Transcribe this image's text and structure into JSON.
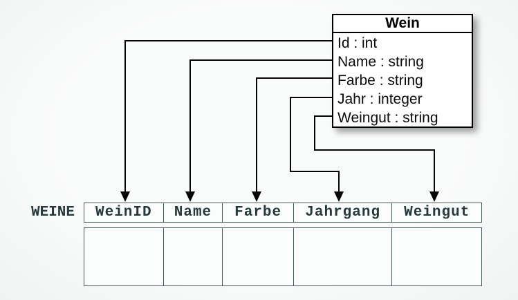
{
  "colors": {
    "background": "#f7f8f8",
    "connector": "#050505",
    "class_box_fill": "#ffffff",
    "class_box_border": "#000000",
    "table_border": "#46565a",
    "table_text": "#25393b"
  },
  "class_box": {
    "title": "Wein",
    "attributes": [
      "Id : int",
      "Name : string",
      "Farbe : string",
      "Jahr : integer",
      "Weingut : string"
    ]
  },
  "table": {
    "name": "WEINE",
    "columns": [
      "WeinID",
      "Name",
      "Farbe",
      "Jahrgang",
      "Weingut"
    ],
    "rows": [
      [
        "",
        "",
        "",
        "",
        ""
      ]
    ]
  },
  "mappings": [
    {
      "from": "Id",
      "to": "WeinID"
    },
    {
      "from": "Name",
      "to": "Name"
    },
    {
      "from": "Farbe",
      "to": "Farbe"
    },
    {
      "from": "Jahr",
      "to": "Jahrgang"
    },
    {
      "from": "Weingut",
      "to": "Weingut"
    }
  ]
}
